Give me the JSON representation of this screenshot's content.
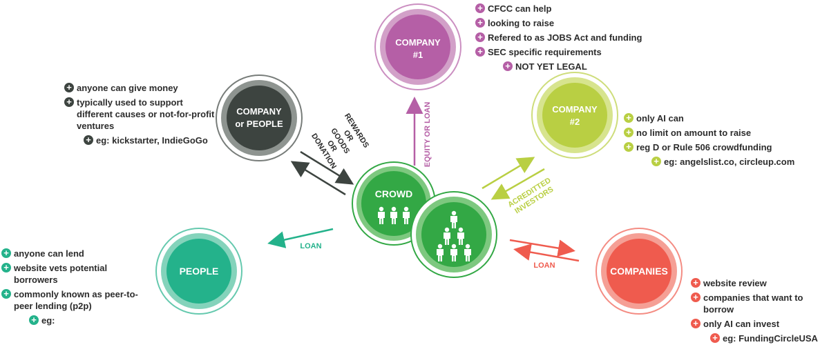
{
  "colors": {
    "dark": "#3d4440",
    "magenta": "#b55fa6",
    "lime": "#b9cf43",
    "green": "#33a845",
    "teal": "#24b28b",
    "coral": "#ef5b4e"
  },
  "nodes": {
    "company1": {
      "line1": "COMPANY",
      "line2": "#1"
    },
    "company_people": {
      "line1": "COMPANY",
      "line2": "or PEOPLE"
    },
    "company2": {
      "line1": "COMPANY",
      "line2": "#2"
    },
    "crowd": {
      "line1": "CROWD"
    },
    "people": {
      "line1": "PEOPLE"
    },
    "companies": {
      "line1": "COMPANIES"
    }
  },
  "arrows": {
    "rewards": {
      "lines": [
        "REWARDS",
        "OR",
        "GOODS",
        "OR",
        "DONATION"
      ]
    },
    "equity": {
      "label": "EQUITY OR LOAN"
    },
    "accredited": {
      "lines": [
        "ACREDITTED",
        "INVESTORS"
      ]
    },
    "loan_people": {
      "label": "LOAN"
    },
    "loan_companies": {
      "label": "LOAN"
    }
  },
  "lists": {
    "company1": [
      {
        "text": "CFCC can help",
        "level": 0
      },
      {
        "text": "looking to raise",
        "level": 0
      },
      {
        "text": "Refered to as JOBS Act and funding",
        "level": 0
      },
      {
        "text": "SEC specific requirements",
        "level": 0
      },
      {
        "text": "NOT YET LEGAL",
        "level": 1
      }
    ],
    "company_people": [
      {
        "text": "anyone can give money",
        "level": 0
      },
      {
        "text": "typically used to support different causes or not-for-profit ventures",
        "level": 0
      },
      {
        "text": "eg: kickstarter, IndieGoGo",
        "level": 1
      }
    ],
    "company2": [
      {
        "text": "only AI can",
        "level": 0
      },
      {
        "text": "no limit on amount to raise",
        "level": 0
      },
      {
        "text": "reg D or Rule 506 crowdfunding",
        "level": 0
      },
      {
        "text": "eg: angelslist.co, circleup.com",
        "level": 2
      }
    ],
    "people": [
      {
        "text": "anyone can lend",
        "level": 0
      },
      {
        "text": "website vets potential borrowers",
        "level": 0
      },
      {
        "text": "commonly known as peer-to-peer lending (p2p)",
        "level": 0
      },
      {
        "text": "eg:",
        "level": 2
      }
    ],
    "companies": [
      {
        "text": "website review",
        "level": 0
      },
      {
        "text": "companies that want to borrow",
        "level": 0
      },
      {
        "text": "only AI can invest",
        "level": 0
      },
      {
        "text": "eg: FundingCircleUSA",
        "level": 1
      }
    ]
  }
}
